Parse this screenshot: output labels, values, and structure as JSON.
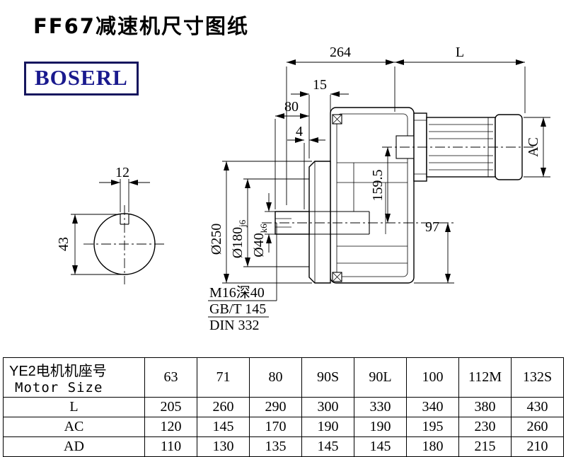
{
  "page": {
    "title": "FF67减速机尺寸图纸",
    "brand": "BOSERL"
  },
  "drawing": {
    "dims": {
      "overall_length": "264",
      "motor_length": "L",
      "flange_thickness": "15",
      "shaft_length": "80",
      "shoulder_gap": "4",
      "flange_diameter": "Ø250",
      "spigot_diameter": "Ø180",
      "spigot_fit": "j6",
      "shaft_diameter": "Ø40",
      "shaft_fit": "k6",
      "center_height": "159.5",
      "foot_height": "97",
      "motor_diameter": "AC",
      "key_width": "12",
      "shaft_flat_height": "43"
    },
    "notes": {
      "tapped_hole": "M16深40",
      "standard_gb": "GB/T 145",
      "standard_din": "DIN 332"
    }
  },
  "table": {
    "header": {
      "label_cn": "YE2电机机座号",
      "label_en": "Motor Size",
      "sizes": [
        "63",
        "71",
        "80",
        "90S",
        "90L",
        "100",
        "112M",
        "132S"
      ]
    },
    "rows": [
      {
        "label": "L",
        "values": [
          "205",
          "260",
          "290",
          "300",
          "330",
          "340",
          "380",
          "430"
        ]
      },
      {
        "label": "AC",
        "values": [
          "120",
          "145",
          "170",
          "190",
          "190",
          "195",
          "230",
          "260"
        ]
      },
      {
        "label": "AD",
        "values": [
          "110",
          "130",
          "135",
          "145",
          "145",
          "180",
          "215",
          "210"
        ]
      }
    ]
  }
}
